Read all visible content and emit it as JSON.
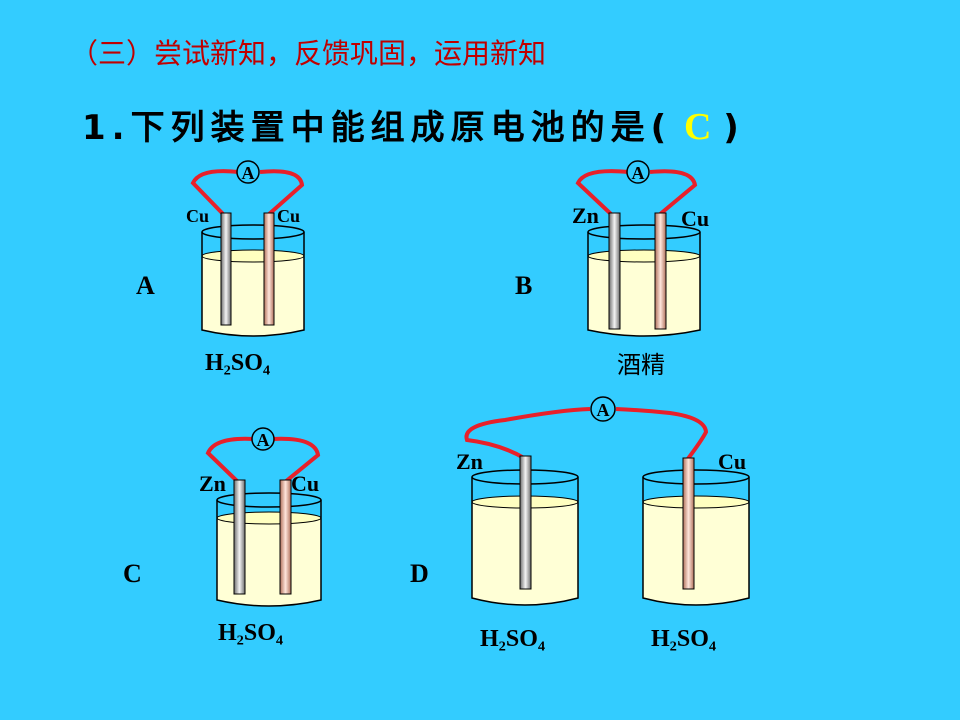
{
  "header": {
    "subtitle": "（三）尝试新知，反馈巩固，运用新知",
    "question_prefix": "1.下列装置中能组成原电池的是(",
    "answer": "C",
    "question_suffix": ")"
  },
  "setups": [
    {
      "id": "A",
      "meter": "A",
      "left_electrode": "Cu",
      "right_electrode": "Cu",
      "solution": "H₂SO₄"
    },
    {
      "id": "B",
      "meter": "A",
      "left_electrode": "Zn",
      "right_electrode": "Cu",
      "solution": "酒精"
    },
    {
      "id": "C",
      "meter": "A",
      "left_electrode": "Zn",
      "right_electrode": "Cu",
      "solution": "H₂SO₄"
    },
    {
      "id": "D",
      "meter": "A",
      "left_electrode": "Zn",
      "right_electrode": "Cu",
      "solution_left": "H₂SO₄",
      "solution_right": "H₂SO₄"
    }
  ],
  "colors": {
    "background": "#33CCFF",
    "wire": "#E8202A",
    "liquid": "#FFFFD6",
    "answer": "#FFFF00",
    "subtitle": "#C00000"
  }
}
